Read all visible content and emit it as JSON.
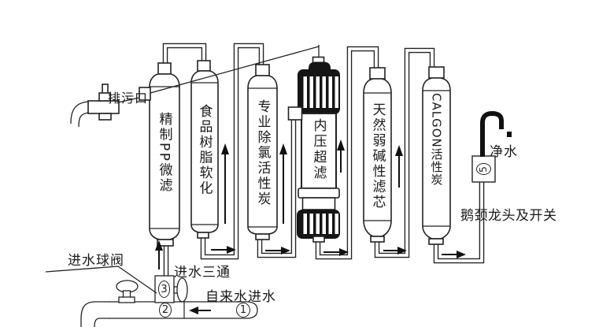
{
  "diagram": {
    "filters": [
      {
        "label": "精制PP微滤"
      },
      {
        "label": "食品树脂软化"
      },
      {
        "label": "专业除氯活性炭"
      },
      {
        "label": "内压超滤"
      },
      {
        "label": "天然弱碱性滤芯"
      },
      {
        "label": "CALGON活性炭"
      }
    ],
    "labels": {
      "drain_outlet": "排污口",
      "inlet_ball_valve": "进水球阀",
      "inlet_tee": "进水三通",
      "tap_water_inlet": "自来水进水",
      "clean_water": "净水",
      "gooseneck_faucet": "鹅颈龙头及开关"
    },
    "markers": {
      "tap_inlet": "1",
      "ball_valve": "2",
      "tee": "3",
      "faucet_switch": "5"
    },
    "colors": {
      "line": "#222222",
      "background": "#ffffff"
    }
  }
}
